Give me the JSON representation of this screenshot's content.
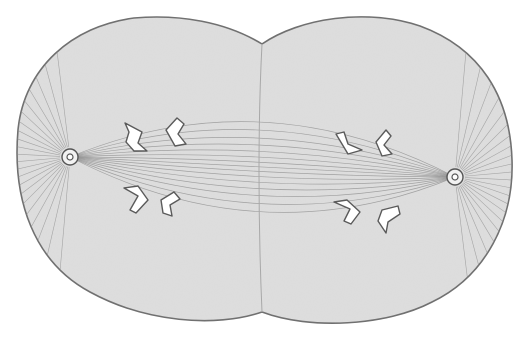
{
  "illustration": {
    "subject": "cell-division-anaphase",
    "colors": {
      "background": "#ffffff",
      "cell_fill": "#dedede",
      "cell_outline": "#6e6e6e",
      "spindle": "#8c8c8c",
      "chromosome_fill": "#ffffff",
      "chromosome_outline": "#5a5a5a",
      "centrosome_ring": "#555555",
      "midline": "#a8a8a8"
    },
    "counts": {
      "cells": 2,
      "centrosomes": 2,
      "chromosomes_per_side": 4
    }
  }
}
